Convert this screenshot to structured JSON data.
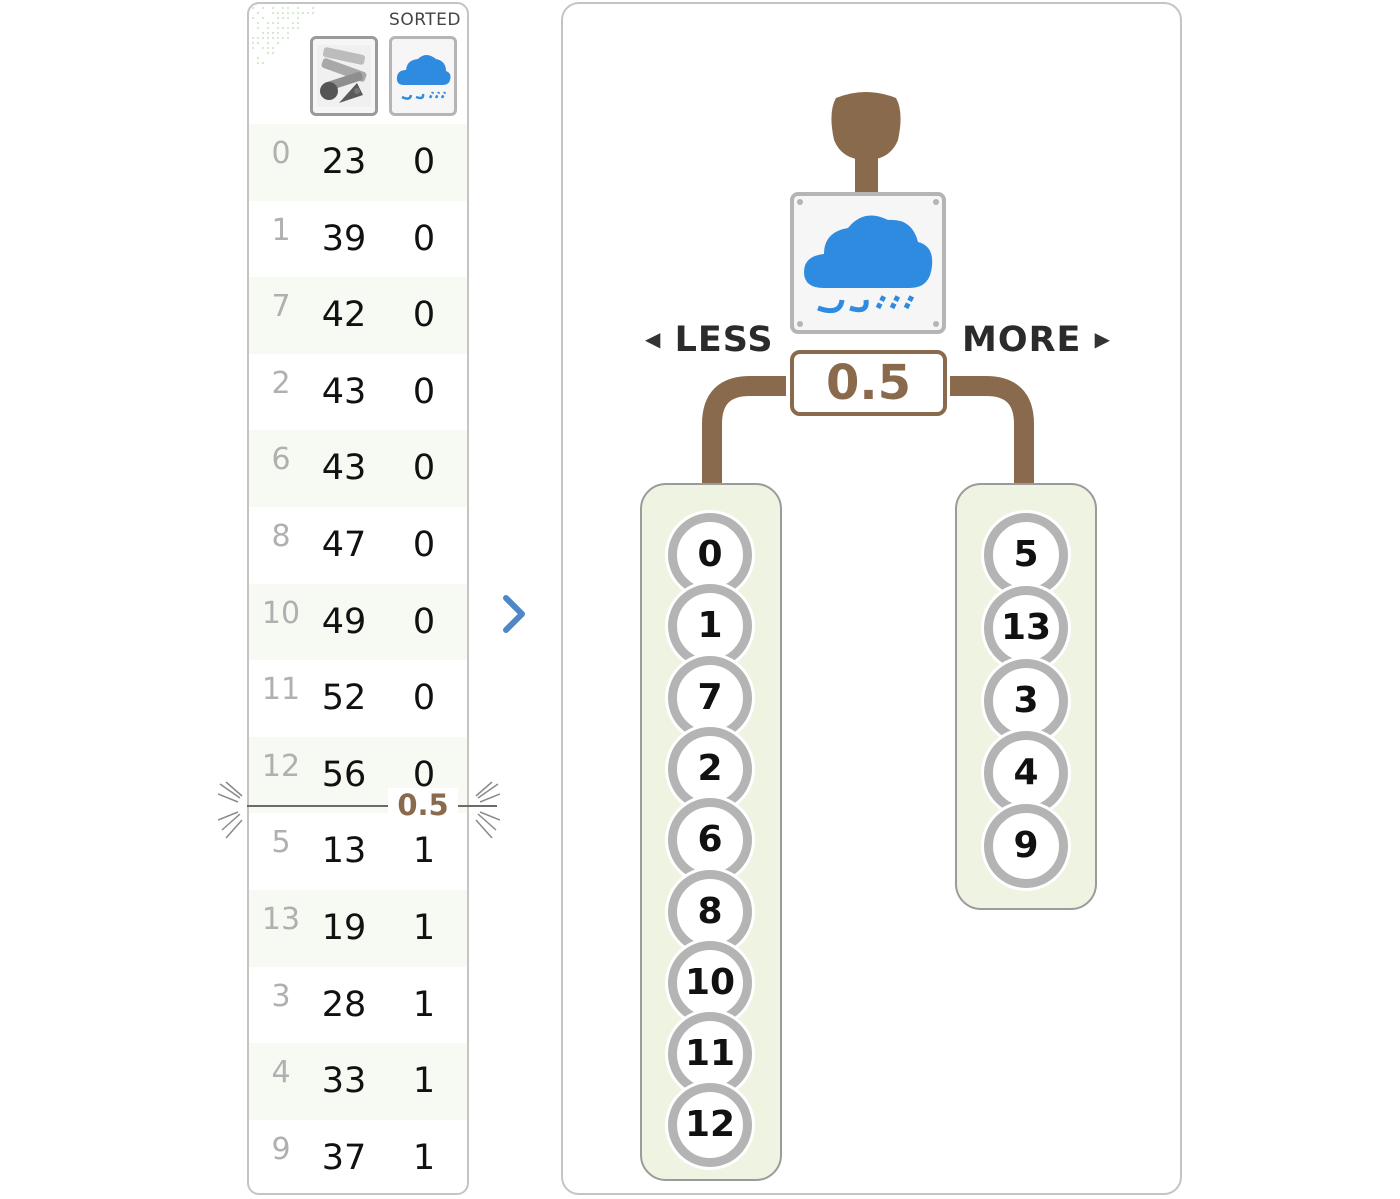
{
  "table": {
    "sorted_label": "SORTED",
    "header_icons": [
      "features-icon",
      "rain-icon"
    ],
    "rows": [
      {
        "index": "0",
        "value": "23",
        "label": "0"
      },
      {
        "index": "1",
        "value": "39",
        "label": "0"
      },
      {
        "index": "7",
        "value": "42",
        "label": "0"
      },
      {
        "index": "2",
        "value": "43",
        "label": "0"
      },
      {
        "index": "6",
        "value": "43",
        "label": "0"
      },
      {
        "index": "8",
        "value": "47",
        "label": "0"
      },
      {
        "index": "10",
        "value": "49",
        "label": "0"
      },
      {
        "index": "11",
        "value": "52",
        "label": "0"
      },
      {
        "index": "12",
        "value": "56",
        "label": "0"
      },
      {
        "index": "5",
        "value": "13",
        "label": "1"
      },
      {
        "index": "13",
        "value": "19",
        "label": "1"
      },
      {
        "index": "3",
        "value": "28",
        "label": "1"
      },
      {
        "index": "4",
        "value": "33",
        "label": "1"
      },
      {
        "index": "9",
        "value": "37",
        "label": "1"
      }
    ],
    "split_value": "0.5"
  },
  "tree": {
    "node_icon": "rain-icon",
    "threshold": "0.5",
    "less_label": "LESS",
    "more_label": "MORE",
    "less_bucket": [
      "0",
      "1",
      "7",
      "2",
      "6",
      "8",
      "10",
      "11",
      "12"
    ],
    "more_bucket": [
      "5",
      "13",
      "3",
      "4",
      "9"
    ]
  },
  "colors": {
    "branch": "#8a6a4c",
    "cloud": "#2f8be0",
    "bucket_fill": "#eef3e2",
    "chip_ring": "#b4b4b4",
    "arrow": "#4f86c6"
  }
}
